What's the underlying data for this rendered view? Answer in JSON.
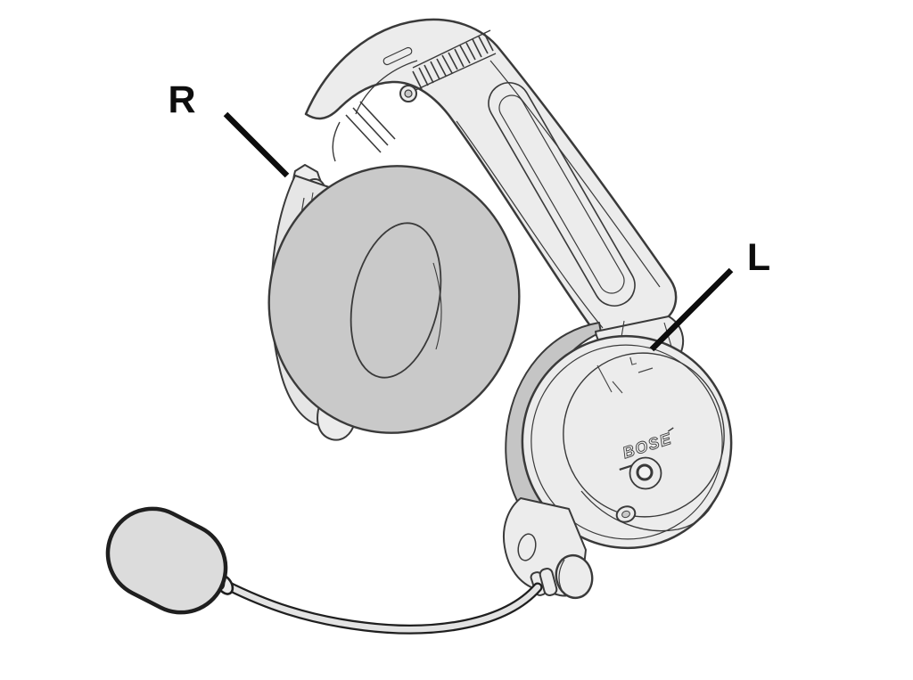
{
  "diagram": {
    "labels": {
      "right": "R",
      "left": "L"
    },
    "earcup": {
      "brand_logo": "BOSE",
      "molded_mark": "L"
    },
    "colors": {
      "background": "#ffffff",
      "outline": "#3a3a3a",
      "outline_strong": "#1f1f1f",
      "shell": "#ececec",
      "shell_shade": "#e6e6e6",
      "cushion": "#c9c9c9",
      "cushion_side": "#c5c5c5",
      "mic": "#dcdcdc",
      "boom": "#e3e3e3",
      "detail": "#4a4a4a",
      "label": "#0d0d0d"
    }
  }
}
